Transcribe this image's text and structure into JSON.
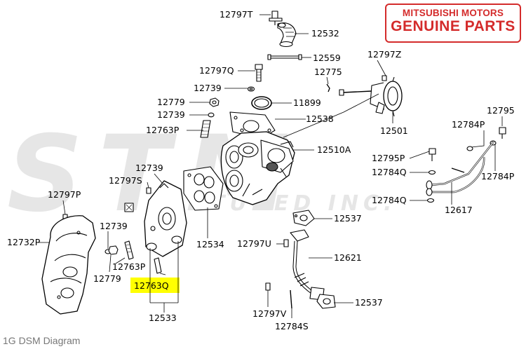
{
  "badge": {
    "line1": "MITSUBISHI MOTORS",
    "line2": "GENUINE PARTS"
  },
  "watermark": {
    "big": "STM",
    "sub": "TUNED INC."
  },
  "caption": "1G DSM Diagram",
  "colors": {
    "badge_red": "#d42b2b",
    "highlight": "#ffff00",
    "watermark": "#e6e6e6"
  },
  "labels": {
    "p12797T": "12797T",
    "p12532": "12532",
    "p12559": "12559",
    "p12797Z": "12797Z",
    "p12797Q": "12797Q",
    "p12775": "12775",
    "p12739a": "12739",
    "p12779a": "12779",
    "p11899": "11899",
    "p12739b": "12739",
    "p12538": "12538",
    "p12763Pa": "12763P",
    "p12501": "12501",
    "p12795": "12795",
    "p12784Pa": "12784P",
    "p12510A": "12510A",
    "p12795P": "12795P",
    "p12739c": "12739",
    "p12784Qa": "12784Q",
    "p12784Pb": "12784P",
    "p12797S": "12797S",
    "p12797P": "12797P",
    "p12784Qb": "12784Q",
    "p12617": "12617",
    "p12537a": "12537",
    "p12739d": "12739",
    "p12732P": "12732P",
    "p12534": "12534",
    "p12797U": "12797U",
    "p12763Pb": "12763P",
    "p12779b": "12779",
    "p12621": "12621",
    "p12763Q": "12763Q",
    "p12533": "12533",
    "p12537b": "12537",
    "p12797V": "12797V",
    "p12784S": "12784S"
  }
}
